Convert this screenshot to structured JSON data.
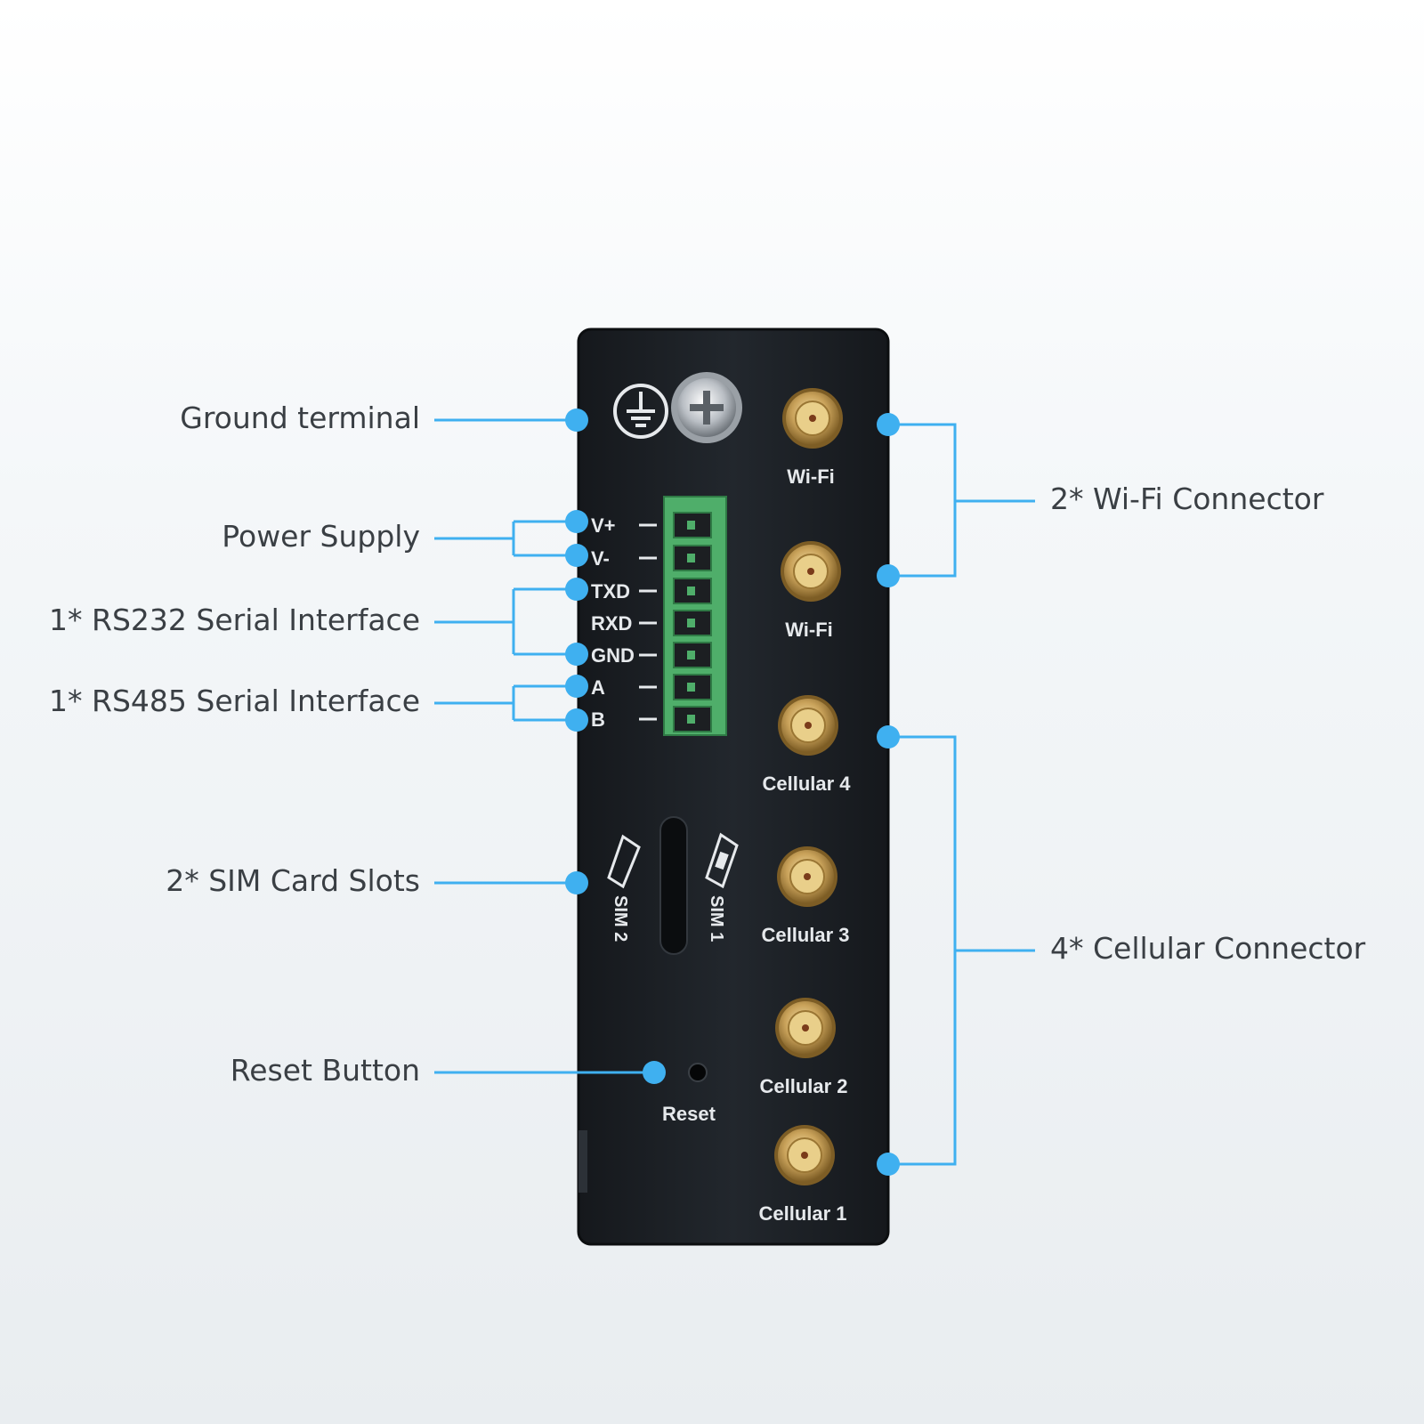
{
  "callouts_left": {
    "ground_terminal": "Ground terminal",
    "power_supply": "Power Supply",
    "rs232": "1* RS232 Serial Interface",
    "rs485": "1* RS485 Serial Interface",
    "sim_slots": "2* SIM Card Slots",
    "reset_button": "Reset Button"
  },
  "callouts_right": {
    "wifi_connector": "2* Wi-Fi Connector",
    "cellular_connector": "4* Cellular Connector"
  },
  "device": {
    "terminal_pins": [
      "V+",
      "V-",
      "TXD",
      "RXD",
      "GND",
      "A",
      "B"
    ],
    "antennas": [
      "Wi-Fi",
      "Wi-Fi",
      "Cellular 4",
      "Cellular 3",
      "Cellular 2",
      "Cellular 1"
    ],
    "sim2_label": "SIM 2",
    "sim1_label": "SIM 1",
    "reset_label": "Reset"
  },
  "colors": {
    "accent": "#3fb0f0",
    "device_body": "#1d2127",
    "terminal_block": "#4fae6a",
    "connector_gold": "#c9a25a"
  }
}
